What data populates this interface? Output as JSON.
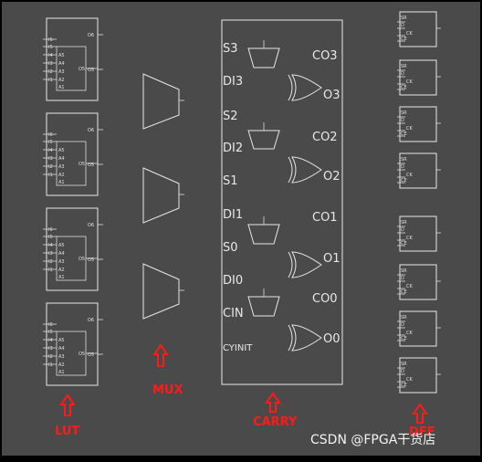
{
  "lut_pins": {
    "left": [
      "I6",
      "I5",
      "I4",
      "I3",
      "I2",
      "I1"
    ],
    "inner": [
      "A5",
      "A4",
      "A3",
      "A2",
      "A1"
    ],
    "outputs": [
      "O6",
      "O5",
      "O5"
    ]
  },
  "ff_pins": [
    "SR",
    "D",
    "CK",
    "CE"
  ],
  "carry": {
    "selects": [
      "S3",
      "DI3",
      "S2",
      "DI2",
      "S1",
      "DI1",
      "S0",
      "DI0",
      "CIN"
    ],
    "cyinit": "CYINIT",
    "carry_outs": [
      "CO3",
      "CO2",
      "CO1",
      "CO0"
    ],
    "outs": [
      "O3",
      "O2",
      "O1",
      "O0"
    ]
  },
  "labels": {
    "lut": "LUT",
    "mux": "MUX",
    "carry": "CARRY",
    "dff": "DFF"
  },
  "watermark": "CSDN @FPGA干货店",
  "colors": {
    "background": "#4a4a4a",
    "line": "#e6e6e6",
    "label_red": "#ff1a1a"
  }
}
